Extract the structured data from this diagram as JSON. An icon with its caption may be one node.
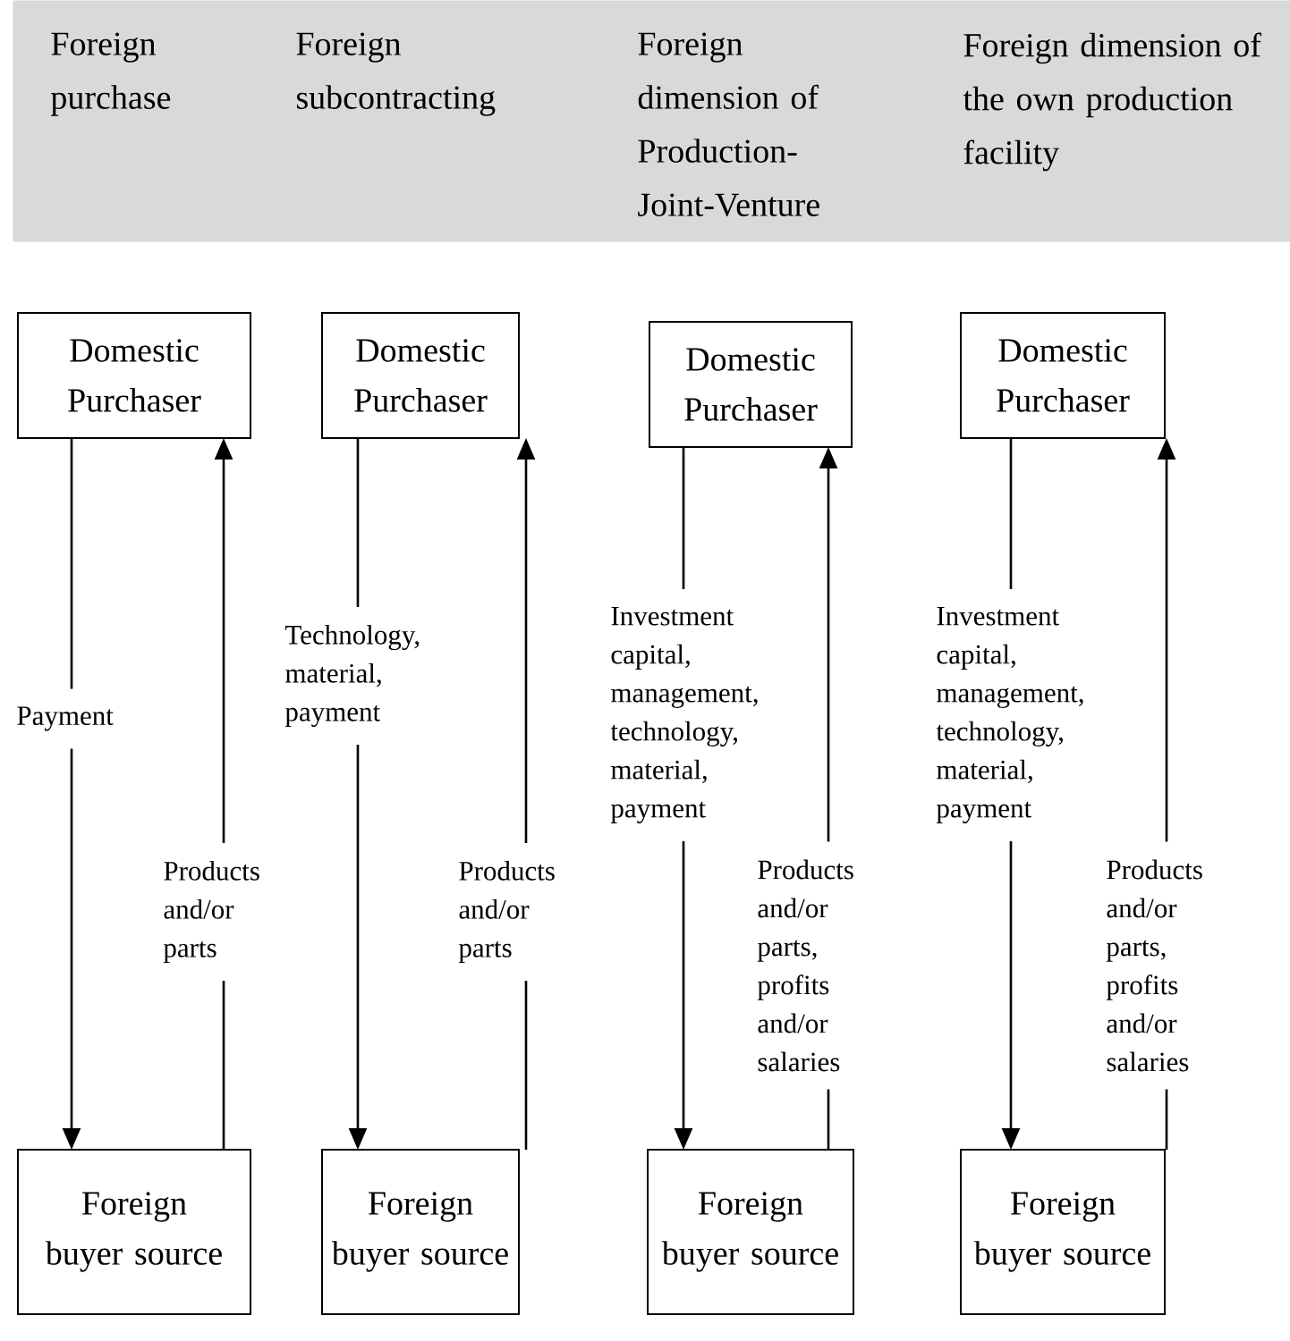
{
  "diagram": {
    "nodes": [
      {
        "text": [
          "Foreign purchase",
          "Foreign subcontracting",
          "Foreign dimension of Production-Joint-Venture",
          "Foreign dimension of the own production facility"
        ]
      },
      {
        "text": [
          "Domestic Purchaser"
        ]
      },
      {
        "text": [
          "Domestic Purchaser"
        ]
      },
      {
        "text": [
          "Domestic Purchaser"
        ]
      },
      {
        "text": [
          "Domestic Purchaser"
        ]
      },
      {
        "text": [
          "Foreign buyer source"
        ]
      },
      {
        "text": [
          "Foreign buyer source"
        ]
      },
      {
        "text": [
          "Foreign buyer source"
        ]
      },
      {
        "text": [
          "Foreign buyer source"
        ]
      }
    ],
    "edges": [
      {
        "from": 1,
        "to": 5,
        "arrow": "to",
        "label": "Payment"
      },
      {
        "from": 5,
        "to": 1,
        "arrow": "to",
        "label": "Products and/or parts"
      },
      {
        "from": 2,
        "to": 6,
        "arrow": "to",
        "label": "Technology, material, payment"
      },
      {
        "from": 6,
        "to": 2,
        "arrow": "to",
        "label": "Products and/or parts"
      },
      {
        "from": 3,
        "to": 7,
        "arrow": "to",
        "label": "Investment capital, management, technology, material, payment"
      },
      {
        "from": 7,
        "to": 3,
        "arrow": "to",
        "label": "Products and/or parts, profits and/or salaries"
      },
      {
        "from": 4,
        "to": 8,
        "arrow": "to",
        "label": "Investment capital, management, technology, material, payment"
      },
      {
        "from": 8,
        "to": 4,
        "arrow": "to",
        "label": "Products and/or parts, profits and/or salaries"
      }
    ]
  }
}
